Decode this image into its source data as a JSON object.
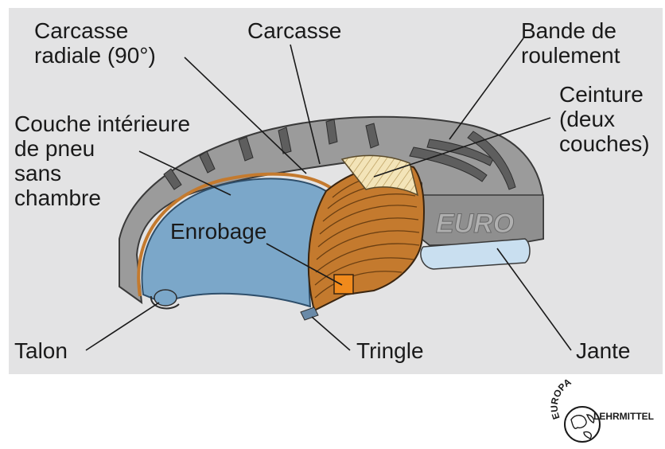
{
  "labels": {
    "carcasse_radiale_1": "Carcasse",
    "carcasse_radiale_2": "radiale (90°)",
    "carcasse": "Carcasse",
    "bande_1": "Bande de",
    "bande_2": "roulement",
    "ceinture_1": "Ceinture",
    "ceinture_2": "(deux",
    "ceinture_3": "couches)",
    "couche_1": "Couche intérieure",
    "couche_2": "de pneu",
    "couche_3": "sans",
    "couche_4": "chambre",
    "enrobage": "Enrobage",
    "talon": "Talon",
    "tringle": "Tringle",
    "jante": "Jante"
  },
  "sidewall_mark": "EURO",
  "logo": {
    "arc_text": "EUROPA",
    "side_text": "LEHRMITTEL"
  },
  "colors": {
    "panel": "#e3e3e4",
    "rubber": "#9a9a9a",
    "carcass": "#c47a2e",
    "belt": "#f0dfb0",
    "liner": "#7ba7c9",
    "bead": "#f08a1c",
    "rim": "#c9dff0"
  }
}
